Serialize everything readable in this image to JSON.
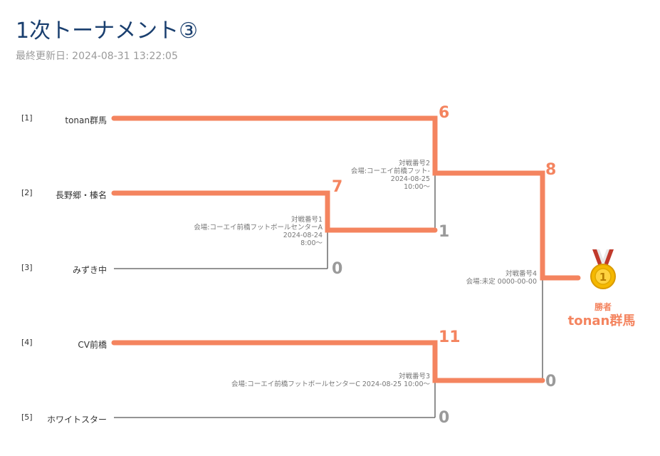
{
  "page": {
    "title": "1次トーナメント③",
    "updated": "最終更新日: 2024-08-31 13:22:05"
  },
  "teams": [
    {
      "seed": "[1]",
      "name": "tonan群馬"
    },
    {
      "seed": "[2]",
      "name": "長野郷・榛名"
    },
    {
      "seed": "[3]",
      "name": "みずき中"
    },
    {
      "seed": "[4]",
      "name": "CV前橋"
    },
    {
      "seed": "[5]",
      "name": "ホワイトスター"
    }
  ],
  "matches": [
    {
      "label": "対戦番号1",
      "venue": "会場:コーエイ前橋フットボールセンターA",
      "date": "2024-08-24",
      "time": "8:00〜",
      "score_top": "7",
      "score_bottom": "0"
    },
    {
      "label": "対戦番号2",
      "venue": "会場:コーエイ前橋フット-",
      "date": "2024-08-25",
      "time": "10:00〜",
      "score_top": "6",
      "score_bottom": "1"
    },
    {
      "label": "対戦番号3",
      "venue": "会場:コーエイ前橋フットボールセンターC 2024-08-25 10:00〜",
      "score_top": "11",
      "score_bottom": "0"
    },
    {
      "label": "対戦番号4",
      "venue": "会場:未定 0000-00-00",
      "score_top": "8",
      "score_bottom": "0"
    }
  ],
  "winner": {
    "label": "勝者",
    "name": "tonan群馬",
    "medal": "gold-medal-icon"
  },
  "colors": {
    "winner_line": "#f4845f",
    "loser_line": "#555555",
    "title": "#1a3f6f"
  }
}
